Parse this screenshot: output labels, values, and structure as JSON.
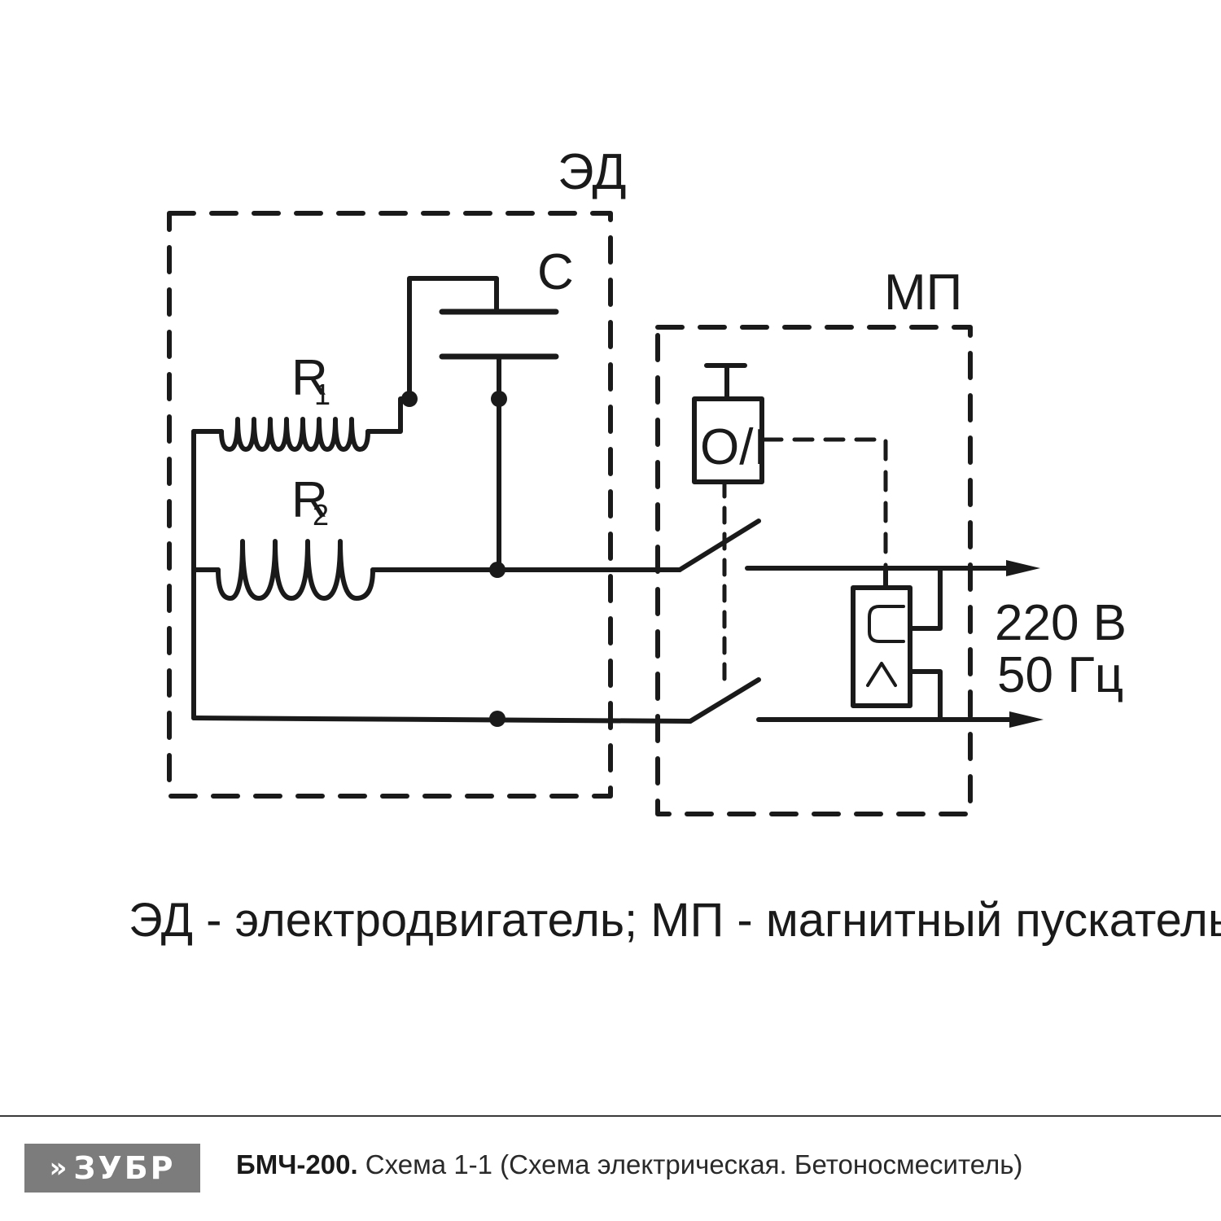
{
  "diagram": {
    "labels": {
      "ed": "ЭД",
      "mp": "МП",
      "c": "C",
      "r1_main": "R",
      "r1_sub": "1",
      "r2_main": "R",
      "r2_sub": "2",
      "switch": "O/I",
      "voltage": "220 В",
      "frequency": "50 Гц"
    },
    "caption": "ЭД - электродвигатель; МП - магнитный пускатель"
  },
  "footer": {
    "logo_text": "ЗУБР",
    "logo_icon": "double-chevron-right-icon",
    "model": "БМЧ-200.",
    "description": " Схема 1-1 (Схема электрическая. Бетоносмеситель)"
  }
}
